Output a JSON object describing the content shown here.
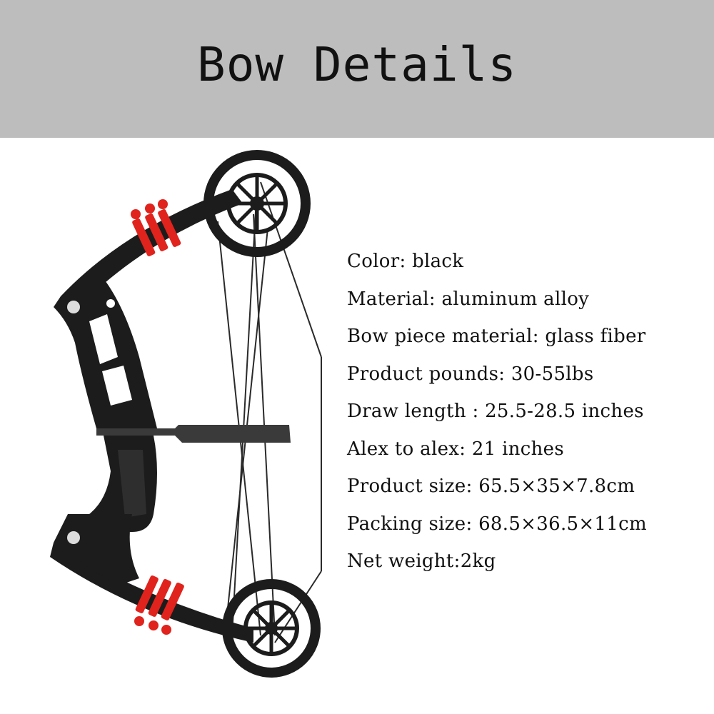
{
  "header": {
    "title": "Bow Details"
  },
  "image": {
    "subject": "compound-bow",
    "colors": {
      "bow": "#1c1c1c",
      "accent": "#e0231c",
      "header_bg": "#bdbdbd"
    }
  },
  "specs": [
    "Color: black",
    "Material: aluminum alloy",
    "Bow piece material: glass fiber",
    "Product pounds: 30-55lbs",
    "Draw length : 25.5-28.5 inches",
    "Alex to alex: 21 inches",
    "Product size: 65.5×35×7.8cm",
    "Packing size: 68.5×36.5×11cm",
    "Net weight:2kg"
  ]
}
